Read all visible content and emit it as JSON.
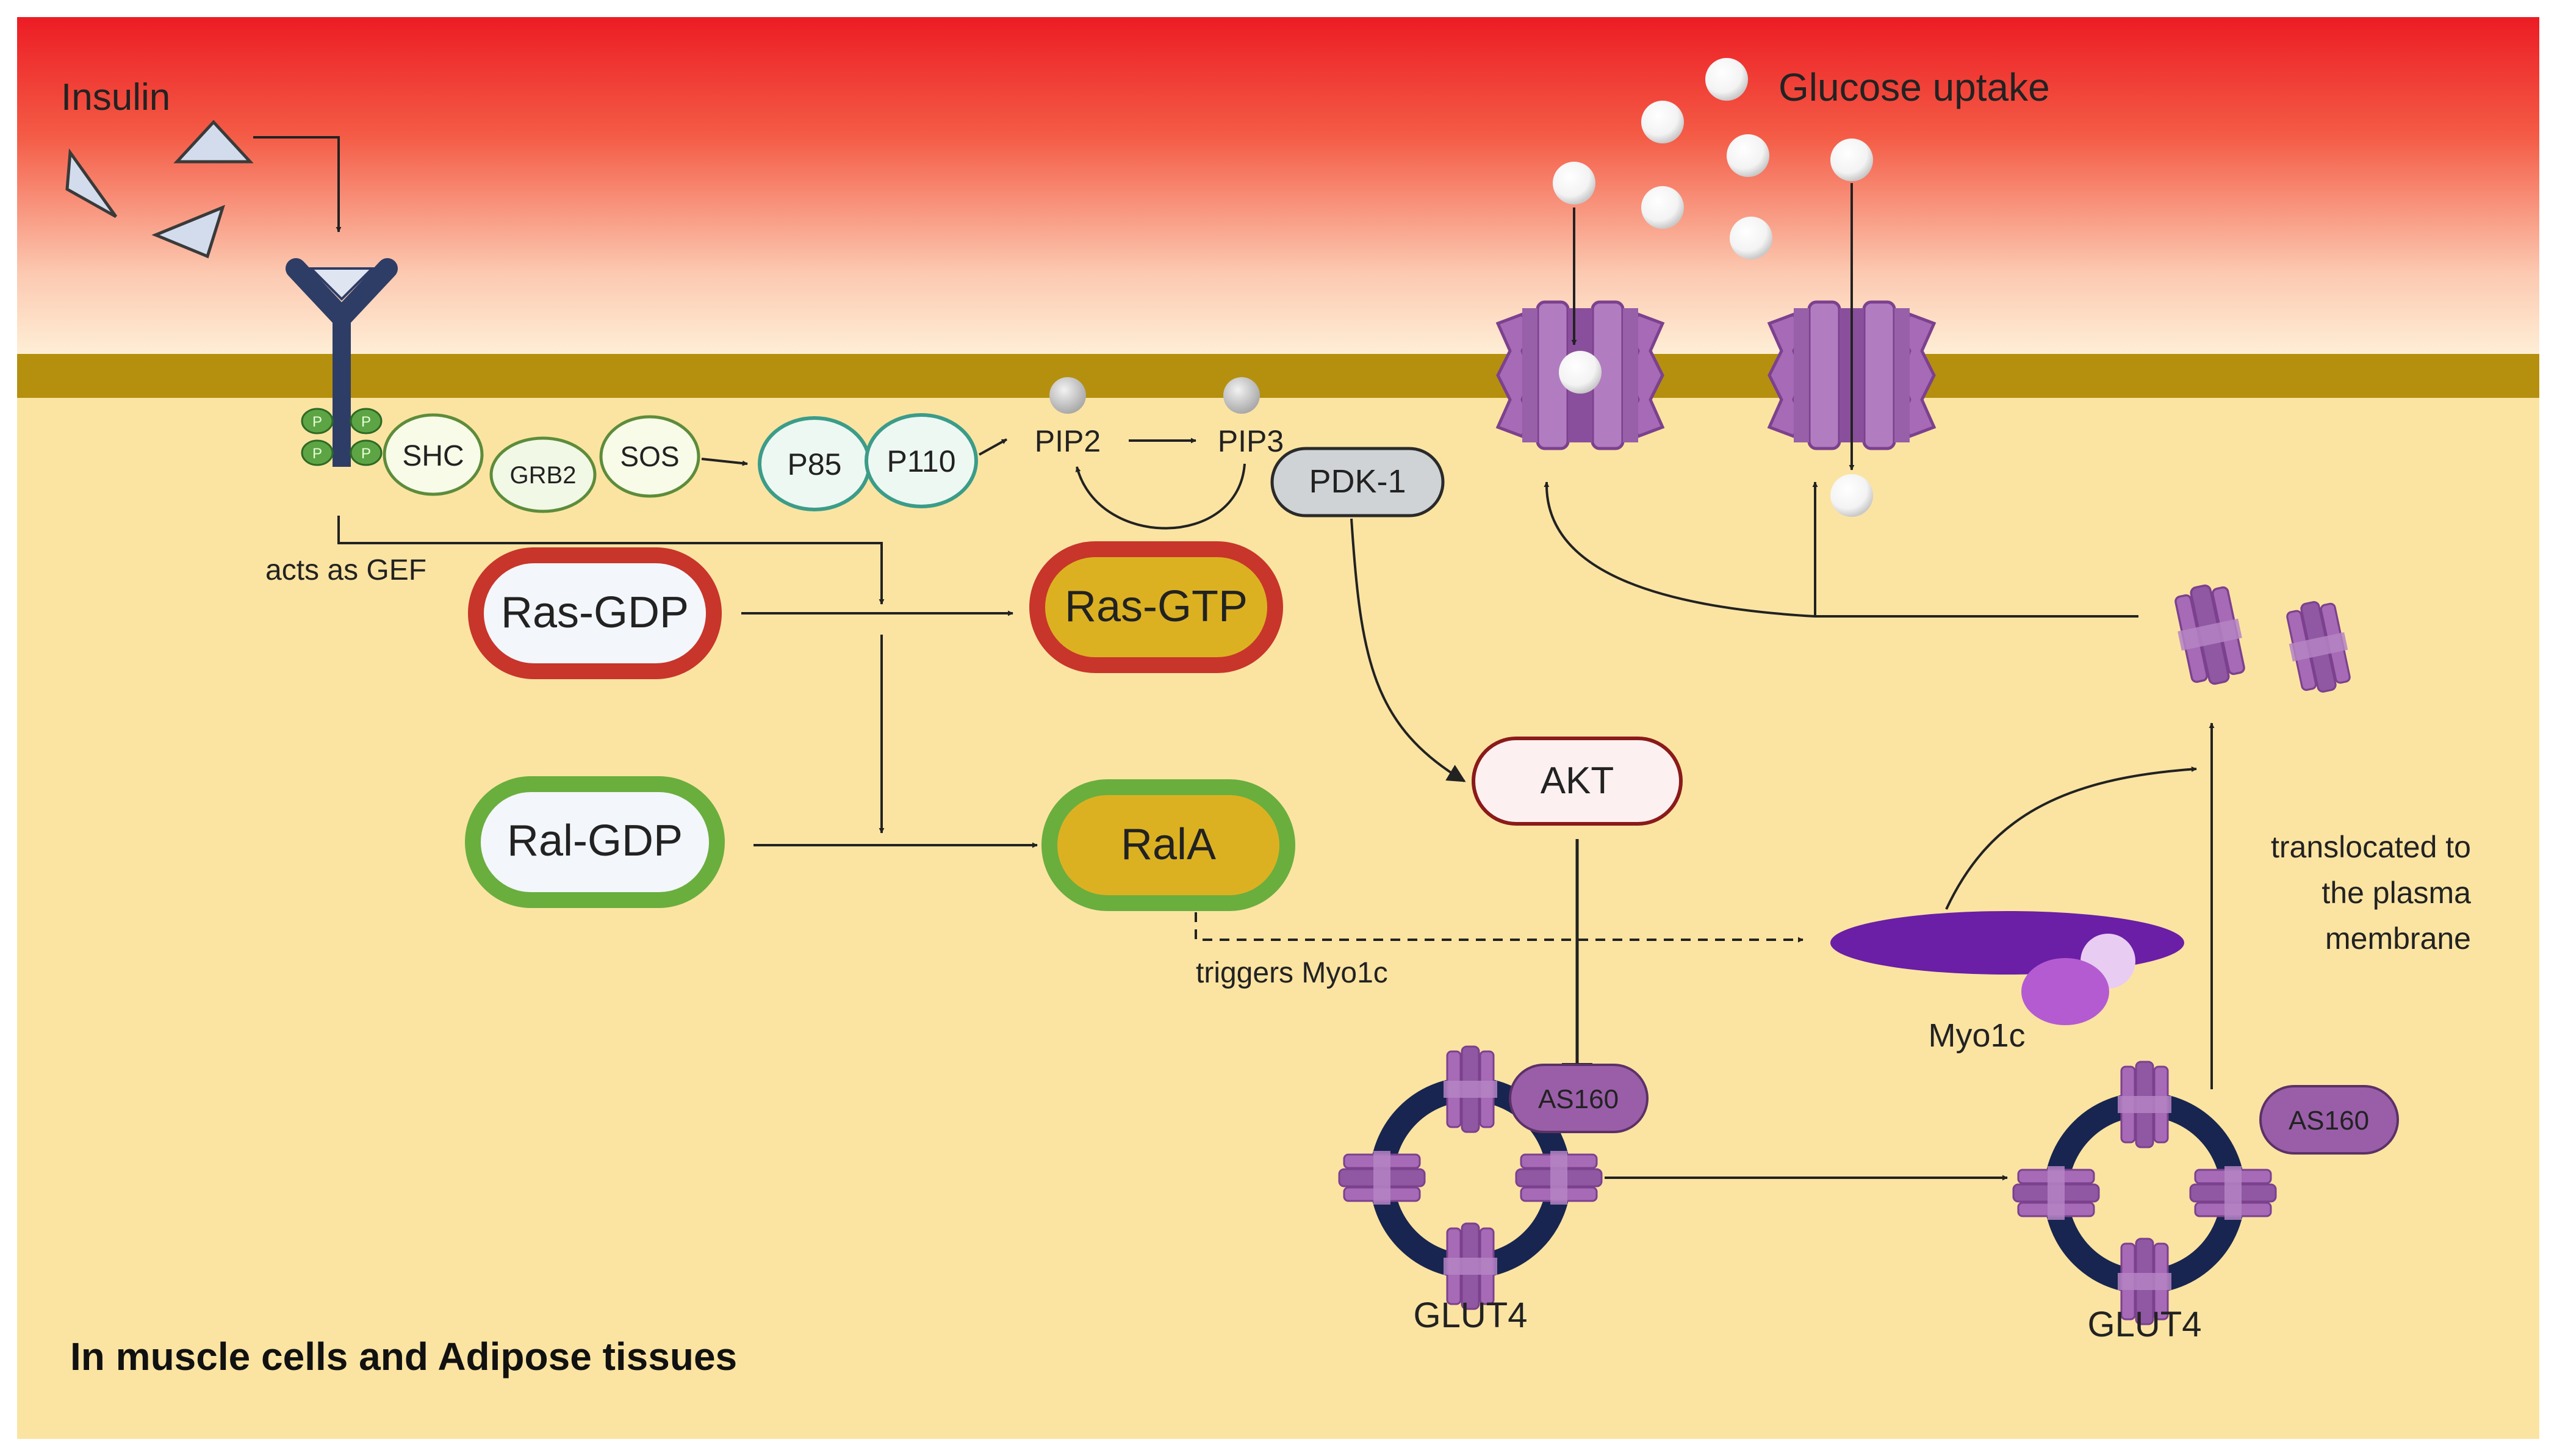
{
  "labels": {
    "insulin": "Insulin",
    "glucose_uptake": "Glucose uptake",
    "acts_as_gef": "acts as GEF",
    "triggers_myo1c": "triggers Myo1c",
    "myo1c": "Myo1c",
    "translocated_line1": "translocated to",
    "translocated_line2": "the plasma",
    "translocated_line3": "membrane",
    "glut4_left": "GLUT4",
    "glut4_right": "GLUT4",
    "tissue_note": "In muscle cells and Adipose tissues",
    "phospho": "P"
  },
  "proteins": {
    "shc": "SHC",
    "grb2": "GRB2",
    "sos": "SOS",
    "p85": "P85",
    "p110": "P110",
    "pip2": "PIP2",
    "pip3": "PIP3",
    "pdk1": "PDK-1",
    "ras_gdp": "Ras-GDP",
    "ras_gtp": "Ras-GTP",
    "ral_gdp": "Ral-GDP",
    "rala": "RalA",
    "akt": "AKT",
    "as160_left": "AS160",
    "as160_right": "AS160"
  },
  "colors": {
    "extracellular_top": "#ec1c24",
    "extracellular_bottom": "#fff0d8",
    "membrane": "#b5900e",
    "cytoplasm": "#fbe4a2",
    "receptor": "#2e3d66",
    "red_ring": "#c8352a",
    "green_ring": "#6aae3e",
    "gtp_fill": "#dcb121",
    "glut_purple": "#a66ab6",
    "glut_dark": "#8a4f9c",
    "as160": "#9a5ea9",
    "vesicle": "#182550",
    "myo1c": "#6b1ea6",
    "arrow": "#222222"
  }
}
